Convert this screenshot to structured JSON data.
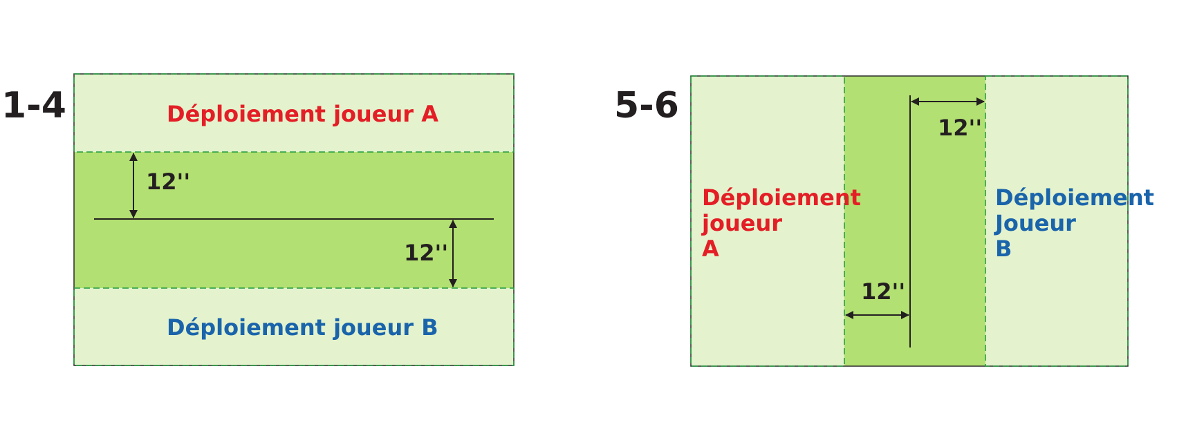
{
  "diagram_a": {
    "label": "1-4",
    "player_a": "Déploiement joueur A",
    "player_b": "Déploiement joueur B",
    "dim_top": "12''",
    "dim_bottom": "12''"
  },
  "diagram_b": {
    "label": "5-6",
    "player_a_lines": [
      "Déploiement",
      "joueur",
      "A"
    ],
    "player_b_lines": [
      "Déploiement",
      "Joueur",
      "B"
    ],
    "dim_top": "12''",
    "dim_bottom": "12''"
  },
  "colors": {
    "player_a": "#e41e26",
    "player_b": "#1a64ab",
    "zone_light": "#e4f3cd",
    "zone_dark": "#b3e072",
    "border": "#1f9a3c"
  }
}
